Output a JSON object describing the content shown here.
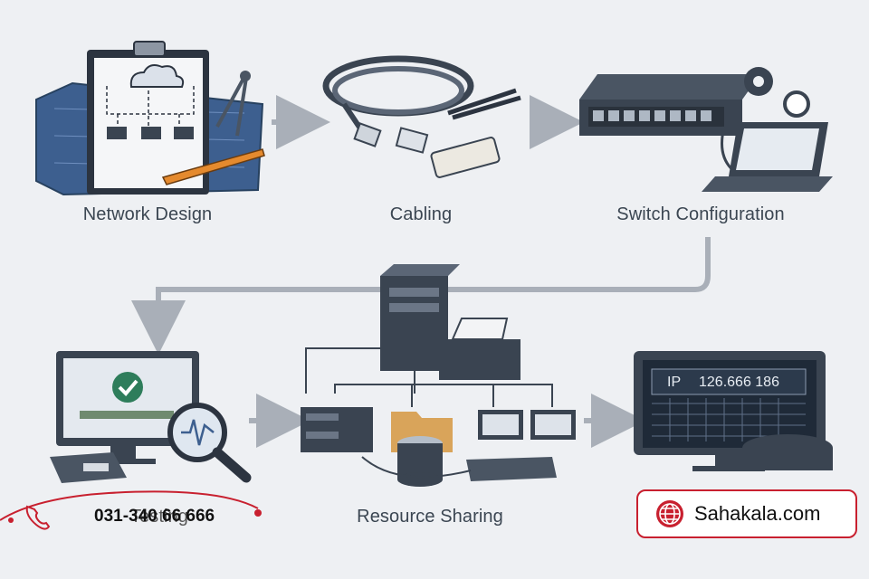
{
  "steps": {
    "network_design": "Network Design",
    "cabling": "Cabling",
    "switch_configuration": "Switch Configuration",
    "testing": "Testing",
    "resource_sharing": "Resource Sharing"
  },
  "monitor_readout": {
    "ip_label": "IP",
    "ip_value": "126.666 186"
  },
  "contact": {
    "phone": "031-340 66 666",
    "website": "Sahakala.com"
  },
  "colors": {
    "flow_arrow": "#a9afb8",
    "accent": "#c8202f",
    "check": "#2e7d5b",
    "device": "#3e4a5a"
  }
}
